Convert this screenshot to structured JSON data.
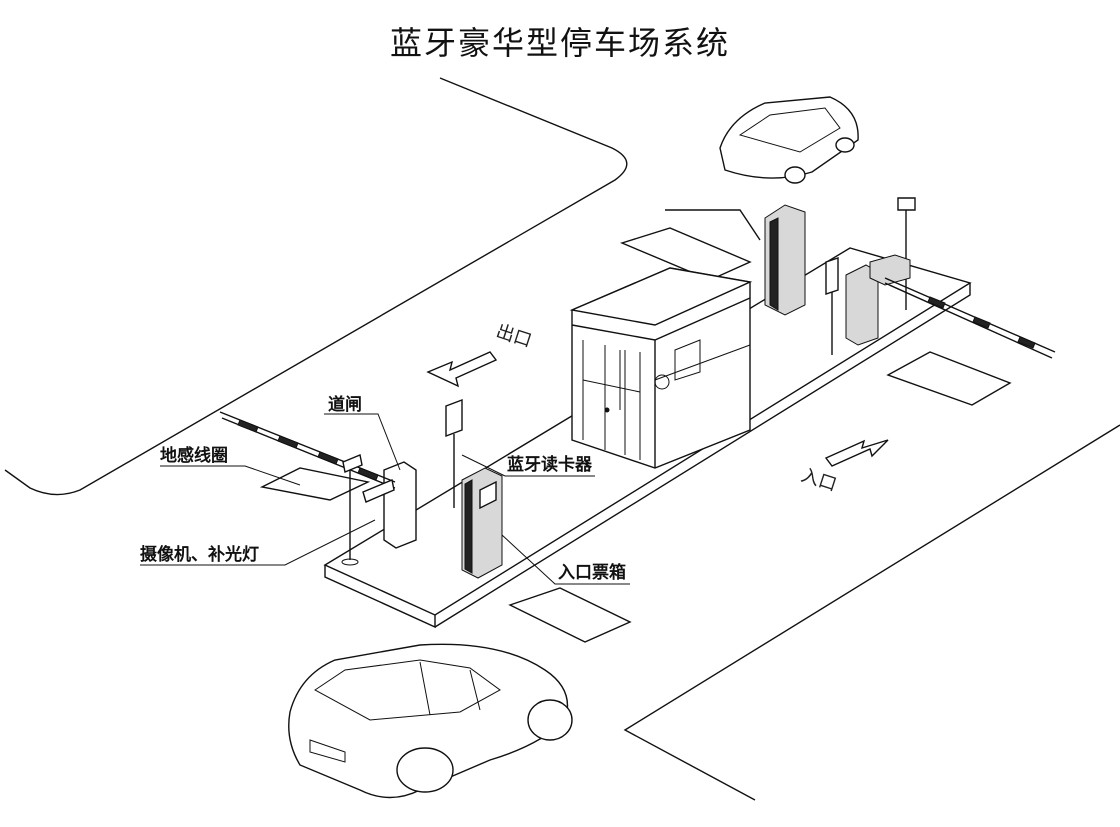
{
  "title": "蓝牙豪华型停车场系统",
  "labels": {
    "barrier_gate": "道闸",
    "ground_loop": "地感线圈",
    "camera_light": "摄像机、补光灯",
    "bluetooth_reader": "蓝牙读卡器",
    "entry_ticket_box": "入口票箱"
  },
  "road_markings": {
    "exit": "出口",
    "entry": "入口"
  }
}
